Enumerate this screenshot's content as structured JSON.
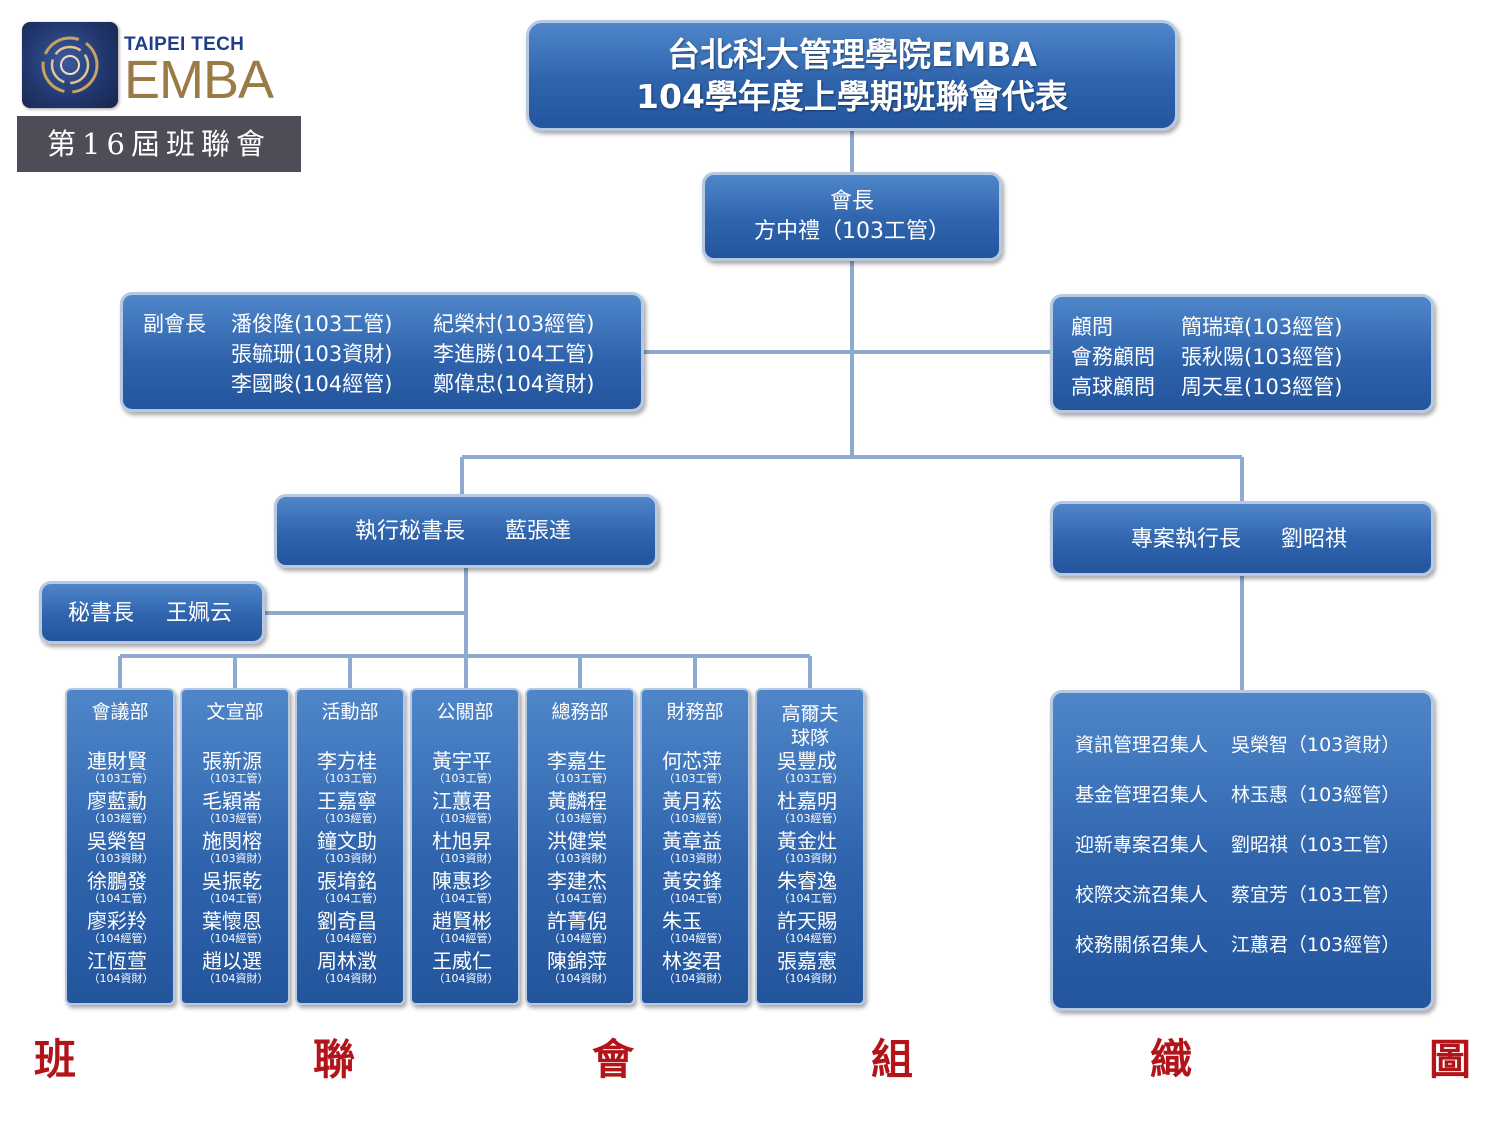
{
  "logo": {
    "brand": "TAIPEI TECH",
    "name": "EMBA",
    "term": "第16屆班聯會"
  },
  "title": {
    "line1": "台北科大管理學院EMBA",
    "line2": "104學年度上學期班聯會代表"
  },
  "president": {
    "role": "會長",
    "name": "方中禮（103工管）"
  },
  "vice_presidents": {
    "role": "副會長",
    "rows": [
      [
        "潘俊隆(103工管)",
        "紀榮村(103經管)"
      ],
      [
        "張毓珊(103資財)",
        "李進勝(104工管)"
      ],
      [
        "李國畯(104經管)",
        "鄭偉忠(104資財)"
      ]
    ]
  },
  "advisors": [
    {
      "role": "顧問",
      "name": "簡瑞璋(103經管)"
    },
    {
      "role": "會務顧問",
      "name": "張秋陽(103經管)"
    },
    {
      "role": "高球顧問",
      "name": "周天星(103經管)"
    }
  ],
  "exec_secretary": {
    "role": "執行秘書長",
    "name": "藍張達"
  },
  "project_ceo": {
    "role": "專案執行長",
    "name": "劉昭祺"
  },
  "secretary": {
    "role": "秘書長",
    "name": "王姵云"
  },
  "departments": [
    {
      "name": "會議部",
      "members": [
        {
          "name": "連財賢",
          "class": "（103工管）"
        },
        {
          "name": "廖藍勳",
          "class": "（103經管）"
        },
        {
          "name": "吳榮智",
          "class": "（103資財）"
        },
        {
          "name": "徐鵬發",
          "class": "（104工管）"
        },
        {
          "name": "廖彩羚",
          "class": "（104經管）"
        },
        {
          "name": "江恆萱",
          "class": "（104資財）"
        }
      ]
    },
    {
      "name": "文宣部",
      "members": [
        {
          "name": "張新源",
          "class": "（103工管）"
        },
        {
          "name": "毛穎崙",
          "class": "（103經管）"
        },
        {
          "name": "施閔榕",
          "class": "（103資財）"
        },
        {
          "name": "吳振乾",
          "class": "（104工管）"
        },
        {
          "name": "葉懷恩",
          "class": "（104經管）"
        },
        {
          "name": "趙以選",
          "class": "（104資財）"
        }
      ]
    },
    {
      "name": "活動部",
      "members": [
        {
          "name": "李方桂",
          "class": "（103工管）"
        },
        {
          "name": "王嘉寧",
          "class": "（103經管）"
        },
        {
          "name": "鐘文助",
          "class": "（103資財）"
        },
        {
          "name": "張堉銘",
          "class": "（104工管）"
        },
        {
          "name": "劉奇昌",
          "class": "（104經管）"
        },
        {
          "name": "周林澂",
          "class": "（104資財）"
        }
      ]
    },
    {
      "name": "公關部",
      "members": [
        {
          "name": "黃宇平",
          "class": "（103工管）"
        },
        {
          "name": "江蕙君",
          "class": "（103經管）"
        },
        {
          "name": "杜旭昇",
          "class": "（103資財）"
        },
        {
          "name": "陳惠珍",
          "class": "（104工管）"
        },
        {
          "name": "趙賢彬",
          "class": "（104經管）"
        },
        {
          "name": "王威仁",
          "class": "（104資財）"
        }
      ]
    },
    {
      "name": "總務部",
      "members": [
        {
          "name": "李嘉生",
          "class": "（103工管）"
        },
        {
          "name": "黃麟程",
          "class": "（103經管）"
        },
        {
          "name": "洪健棠",
          "class": "（103資財）"
        },
        {
          "name": "李建杰",
          "class": "（104工管）"
        },
        {
          "name": "許菁倪",
          "class": "（104經管）"
        },
        {
          "name": "陳錦萍",
          "class": "（104資財）"
        }
      ]
    },
    {
      "name": "財務部",
      "members": [
        {
          "name": "何芯萍",
          "class": "（103工管）"
        },
        {
          "name": "黃月菘",
          "class": "（103經管）"
        },
        {
          "name": "黃章益",
          "class": "（103資財）"
        },
        {
          "name": "黃安鋒",
          "class": "（104工管）"
        },
        {
          "name": "朱玉",
          "class": "（104經管）"
        },
        {
          "name": "林姿君",
          "class": "（104資財）"
        }
      ]
    },
    {
      "name": "高爾夫球隊",
      "name_line1": "高爾夫",
      "name_line2": "球隊",
      "members": [
        {
          "name": "吳豐成",
          "class": "（103工管）"
        },
        {
          "name": "杜嘉明",
          "class": "（103經管）"
        },
        {
          "name": "黃金灶",
          "class": "（103資財）"
        },
        {
          "name": "朱睿逸",
          "class": "（104工管）"
        },
        {
          "name": "許天賜",
          "class": "（104經管）"
        },
        {
          "name": "張嘉憲",
          "class": "（104資財）"
        }
      ]
    }
  ],
  "conveners": [
    {
      "role": "資訊管理召集人",
      "name": "吳榮智（103資財）"
    },
    {
      "role": "基金管理召集人",
      "name": "林玉惠（103經管）"
    },
    {
      "role": "迎新專案召集人",
      "name": "劉昭祺（103工管）"
    },
    {
      "role": "校際交流召集人",
      "name": "蔡宜芳（103工管）"
    },
    {
      "role": "校務關係召集人",
      "name": "江蕙君（103經管）"
    }
  ],
  "caption": [
    "班",
    "聯",
    "會",
    "組",
    "織",
    "圖"
  ],
  "colors": {
    "box": "#2f64ad",
    "box_border": "#b7c9e2",
    "connector": "#8eaad0",
    "caption": "#b3141a",
    "term_bg": "#4d4d57"
  }
}
